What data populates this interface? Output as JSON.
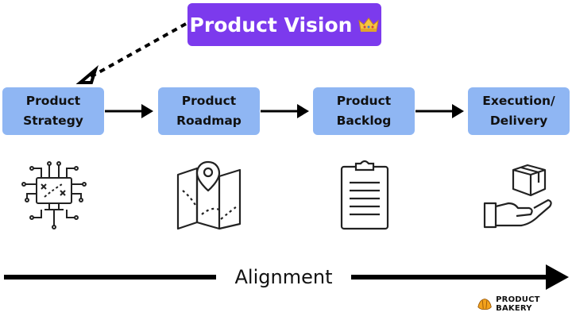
{
  "vision": {
    "label": "Product Vision",
    "icon": "crown-icon"
  },
  "steps": [
    {
      "line1": "Product",
      "line2": "Strategy",
      "icon": "circuit-board-monitor-icon"
    },
    {
      "line1": "Product",
      "line2": "Roadmap",
      "icon": "map-pin-icon"
    },
    {
      "line1": "Product",
      "line2": "Backlog",
      "icon": "clipboard-list-icon"
    },
    {
      "line1": "Execution/",
      "line2": "Delivery",
      "icon": "hand-box-icon"
    }
  ],
  "alignment": {
    "label": "Alignment"
  },
  "brand": {
    "name": "PRODUCT BAKERY",
    "icon": "croissant-icon"
  },
  "colors": {
    "vision": "#7c3aed",
    "step": "#8fb6f3",
    "arrow": "#000000"
  }
}
